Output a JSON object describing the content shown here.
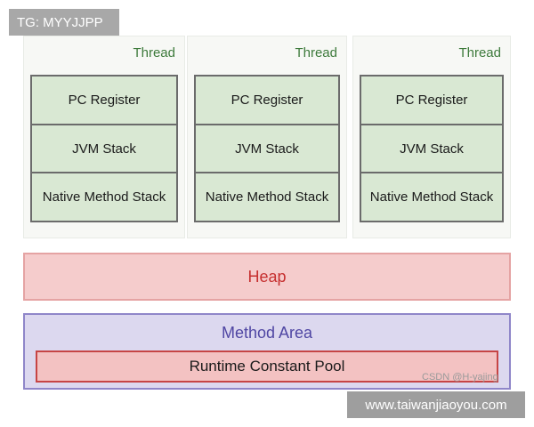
{
  "watermark_top": "TG: MYYJJPP",
  "threads": [
    {
      "label": "Thread",
      "cells": [
        "PC Register",
        "JVM Stack",
        "Native Method Stack"
      ]
    },
    {
      "label": "Thread",
      "cells": [
        "PC Register",
        "JVM Stack",
        "Native Method Stack"
      ]
    },
    {
      "label": "Thread",
      "cells": [
        "PC Register",
        "JVM Stack",
        "Native Method Stack"
      ]
    }
  ],
  "heap": {
    "label": "Heap"
  },
  "method_area": {
    "label": "Method Area",
    "runtime_constant_pool": "Runtime Constant Pool"
  },
  "csdn_credit": "CSDN @H-yajing",
  "watermark_bottom": "www.taiwanjiaoyou.com",
  "colors": {
    "thread_cell_fill": "#d9e8d3",
    "thread_label": "#3d7a3b",
    "heap_fill": "#f5cccc",
    "heap_text": "#c62f2f",
    "method_area_fill": "#dcd8ef",
    "method_area_text": "#4f46a3",
    "rcp_fill": "#f3c2c2",
    "rcp_border": "#c64545"
  }
}
